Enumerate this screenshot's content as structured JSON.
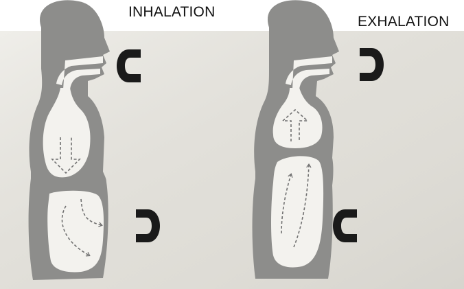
{
  "labels": {
    "inhalation": "INHALATION",
    "exhalation": "EXHALATION"
  },
  "colors": {
    "body_gray": "#8a8a88",
    "cavity_white": "#f3f2ee",
    "page_paper": "#dcdad4",
    "arrow_dash": "#707070",
    "pointer_black": "#1a1a1a"
  },
  "icons": [
    "head-silhouette",
    "chest-arrow-down",
    "abdomen-arrows",
    "chest-arrow-up",
    "abdomen-arrows-up",
    "c-shaped-pointer"
  ]
}
